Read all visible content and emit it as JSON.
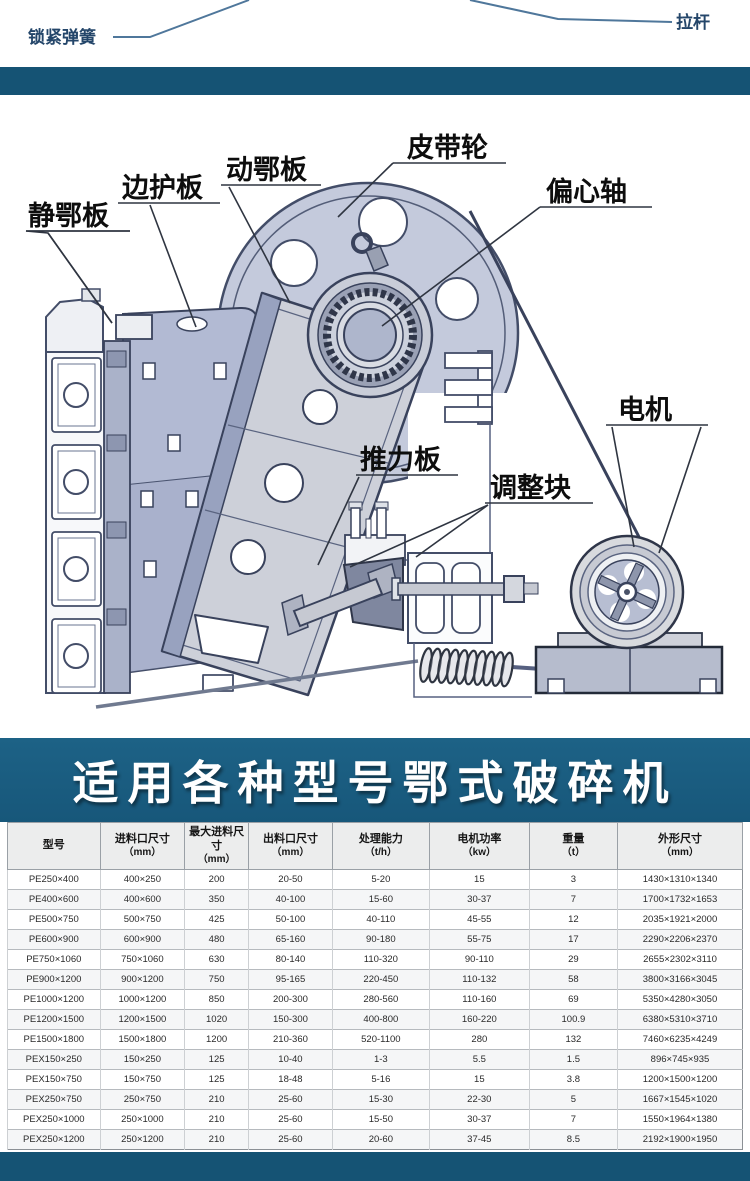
{
  "colors": {
    "divider_bar": "#155374",
    "banner_bg": "#1b5e80",
    "banner_text": "#ffffff",
    "diagram_fill_blue": "#c4cadc",
    "diagram_fill_gray": "#cdd0d9",
    "outline": "#39425c"
  },
  "top_annotations": {
    "lock_spring": "锁紧弹簧",
    "tie_rod": "拉杆"
  },
  "diagram": {
    "labels": {
      "fixed_jaw_plate": "静鄂板",
      "side_guard_plate": "边护板",
      "movable_jaw_plate": "动鄂板",
      "belt_pulley": "皮带轮",
      "eccentric_shaft": "偏心轴",
      "motor": "电机",
      "thrust_plate": "推力板",
      "adjustment_block": "调整块"
    }
  },
  "banner": {
    "title": "适用各种型号鄂式破碎机"
  },
  "spec_table": {
    "columns": [
      {
        "label": "型号",
        "unit": ""
      },
      {
        "label": "进料口尺寸",
        "unit": "（mm）"
      },
      {
        "label": "最大进料尺寸",
        "unit": "（mm）"
      },
      {
        "label": "出料口尺寸",
        "unit": "（mm）"
      },
      {
        "label": "处理能力",
        "unit": "（t/h）"
      },
      {
        "label": "电机功率",
        "unit": "（kw）"
      },
      {
        "label": "重量",
        "unit": "（t）"
      },
      {
        "label": "外形尺寸",
        "unit": "（mm）"
      }
    ],
    "col_widths_pct": [
      12.6,
      11.5,
      8.7,
      11.4,
      13.2,
      13.6,
      12.0,
      17.0
    ],
    "rows": [
      [
        "PE250×400",
        "400×250",
        "200",
        "20-50",
        "5-20",
        "15",
        "3",
        "1430×1310×1340"
      ],
      [
        "PE400×600",
        "400×600",
        "350",
        "40-100",
        "15-60",
        "30-37",
        "7",
        "1700×1732×1653"
      ],
      [
        "PE500×750",
        "500×750",
        "425",
        "50-100",
        "40-110",
        "45-55",
        "12",
        "2035×1921×2000"
      ],
      [
        "PE600×900",
        "600×900",
        "480",
        "65-160",
        "90-180",
        "55-75",
        "17",
        "2290×2206×2370"
      ],
      [
        "PE750×1060",
        "750×1060",
        "630",
        "80-140",
        "110-320",
        "90-110",
        "29",
        "2655×2302×3110"
      ],
      [
        "PE900×1200",
        "900×1200",
        "750",
        "95-165",
        "220-450",
        "110-132",
        "58",
        "3800×3166×3045"
      ],
      [
        "PE1000×1200",
        "1000×1200",
        "850",
        "200-300",
        "280-560",
        "110-160",
        "69",
        "5350×4280×3050"
      ],
      [
        "PE1200×1500",
        "1200×1500",
        "1020",
        "150-300",
        "400-800",
        "160-220",
        "100.9",
        "6380×5310×3710"
      ],
      [
        "PE1500×1800",
        "1500×1800",
        "1200",
        "210-360",
        "520-1100",
        "280",
        "132",
        "7460×6235×4249"
      ],
      [
        "PEX150×250",
        "150×250",
        "125",
        "10-40",
        "1-3",
        "5.5",
        "1.5",
        "896×745×935"
      ],
      [
        "PEX150×750",
        "150×750",
        "125",
        "18-48",
        "5-16",
        "15",
        "3.8",
        "1200×1500×1200"
      ],
      [
        "PEX250×750",
        "250×750",
        "210",
        "25-60",
        "15-30",
        "22-30",
        "5",
        "1667×1545×1020"
      ],
      [
        "PEX250×1000",
        "250×1000",
        "210",
        "25-60",
        "15-50",
        "30-37",
        "7",
        "1550×1964×1380"
      ],
      [
        "PEX250×1200",
        "250×1200",
        "210",
        "25-60",
        "20-60",
        "37-45",
        "8.5",
        "2192×1900×1950"
      ]
    ]
  }
}
